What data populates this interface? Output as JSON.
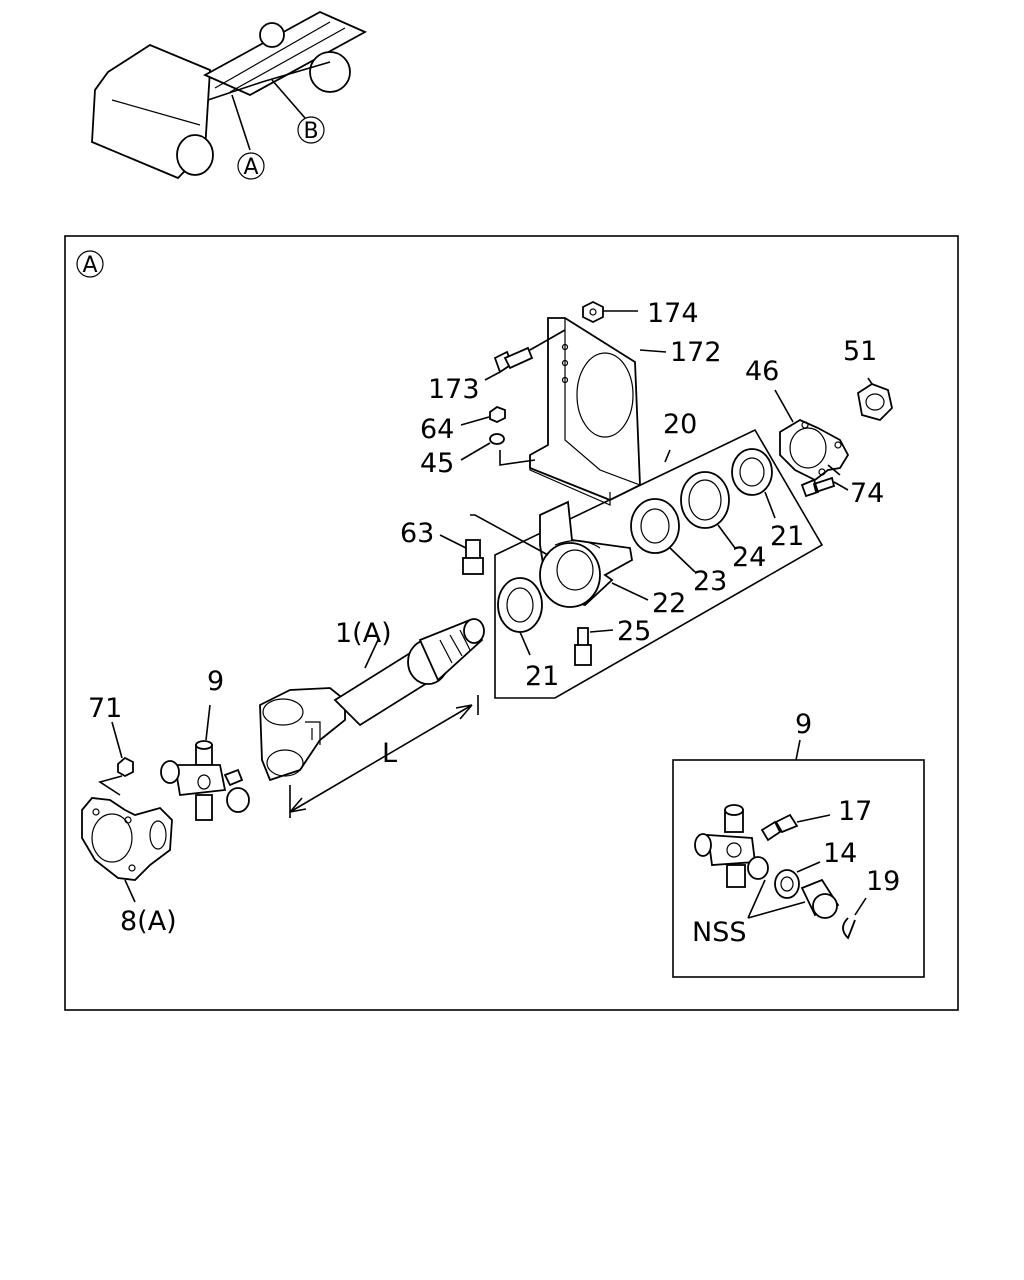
{
  "overview": {
    "callout_a": "A",
    "callout_b": "B"
  },
  "main_panel": {
    "section_marker": "A"
  },
  "labels": {
    "p174": "174",
    "p172": "172",
    "p173": "173",
    "p64": "64",
    "p45": "45",
    "p20": "20",
    "p46": "46",
    "p51": "51",
    "p74": "74",
    "p63": "63",
    "p21_right": "21",
    "p24": "24",
    "p23": "23",
    "p22": "22",
    "p25": "25",
    "p21_left": "21",
    "p1a": "1(A)",
    "p9": "9",
    "p71": "71",
    "dim_l": "L",
    "p8a": "8(A)"
  },
  "inset": {
    "title": "9",
    "p17": "17",
    "p14": "14",
    "p19": "19",
    "nss": "NSS"
  }
}
